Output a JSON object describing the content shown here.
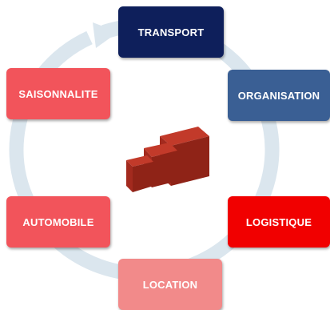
{
  "diagram": {
    "nodes": [
      {
        "key": "transport",
        "label": "TRANSPORT",
        "color": "#0e1f5b"
      },
      {
        "key": "organisation",
        "label": "ORGANISATION",
        "color": "#3a5f94"
      },
      {
        "key": "logistique",
        "label": "LOGISTIQUE",
        "color": "#f10000"
      },
      {
        "key": "location",
        "label": "LOCATION",
        "color": "#f28a8a"
      },
      {
        "key": "automobile",
        "label": "AUTOMOBILE",
        "color": "#f2545b"
      },
      {
        "key": "saisonnalite",
        "label": "SAISONNALITE",
        "color": "#f2545b"
      }
    ],
    "cycle_color": "#dbe6ee",
    "logo_color": "#a32a1e",
    "logo_icon": "stacked-arrow-blocks-logo"
  }
}
